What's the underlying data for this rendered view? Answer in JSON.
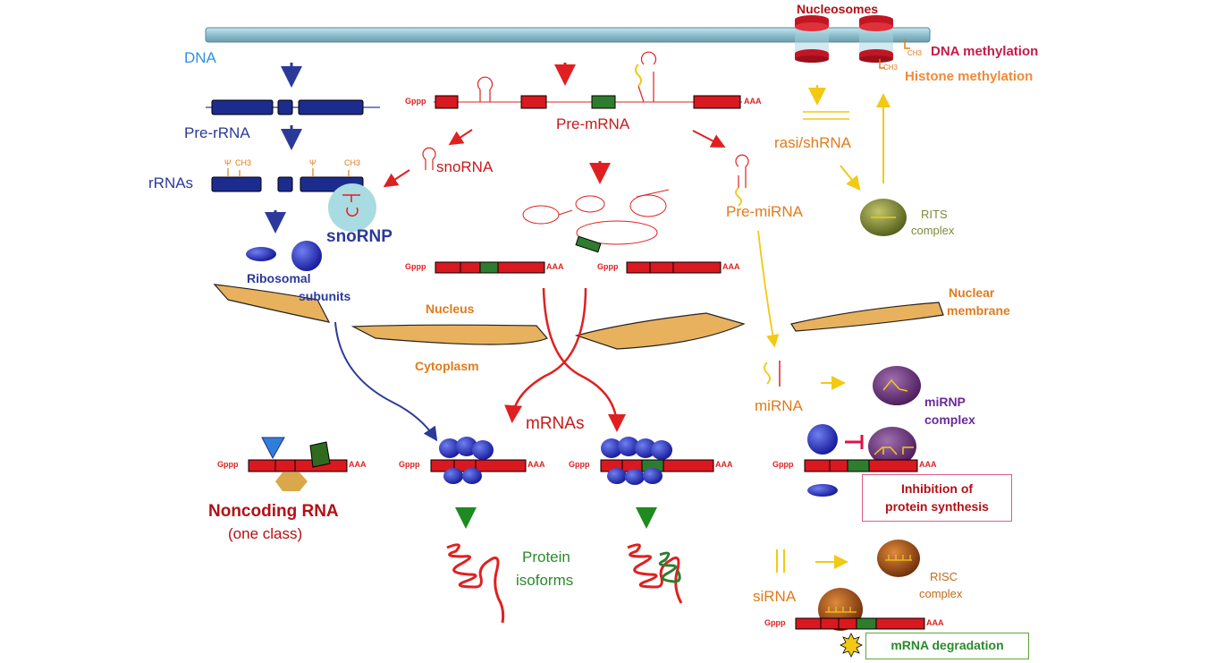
{
  "colors": {
    "dna_blue": "#2f8fe3",
    "rrna_blue": "#2b3a9a",
    "rrna_fill": "#1c2c8e",
    "red": "#e02020",
    "dark_red": "#b31016",
    "green": "#2b8a2b",
    "orange": "#e07b1a",
    "membrane": "#e8b15e",
    "yellow": "#f2c913",
    "purple": "#6a2a9a",
    "olive": "#7f8a3a",
    "chromatin": "#a8d3df"
  },
  "labels": {
    "nucleosomes": "Nucleosomes",
    "dna_methylation": "DNA methylation",
    "histone_methylation": "Histone methylation",
    "ch3": "CH3",
    "dna": "DNA",
    "pre_rrna": "Pre-rRNA",
    "rrnas": "rRNAs",
    "psi": "Ψ",
    "snornp": "snoRNP",
    "snorna": "snoRNA",
    "pre_mrna": "Pre-mRNA",
    "rasi_shrna": "rasi/shRNA",
    "pre_mirna": "Pre-miRNA",
    "rits_1": "RITS",
    "rits_2": "complex",
    "ribosomal_1": "Ribosomal",
    "ribosomal_2": "subunits",
    "nucleus": "Nucleus",
    "cytoplasm": "Cytoplasm",
    "nuclear_membrane_1": "Nuclear",
    "nuclear_membrane_2": "membrane",
    "mrnas": "mRNAs",
    "mirna": "miRNA",
    "mirnp_1": "miRNP",
    "mirnp_2": "complex",
    "inhibition_1": "Inhibition of",
    "inhibition_2": "protein synthesis",
    "noncoding_1": "Noncoding RNA",
    "noncoding_2": "(one class)",
    "protein_1": "Protein",
    "protein_2": "isoforms",
    "sirna": "siRNA",
    "risc_1": "RISC",
    "risc_2": "complex",
    "mrna_degradation": "mRNA degradation",
    "gppp": "Gppp",
    "aaa": "AAA"
  }
}
